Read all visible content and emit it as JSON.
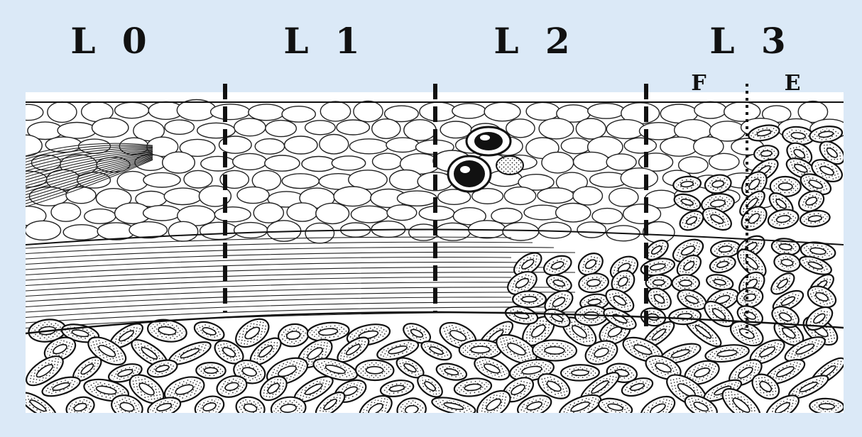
{
  "stages": [
    {
      "label": "L 0"
    },
    {
      "label": "L 1"
    },
    {
      "label": "L 2"
    },
    {
      "label": "L 3"
    }
  ],
  "sub_labels": [
    "F",
    "E"
  ],
  "colors": {
    "background": "#dbe9f7",
    "panel": "#ffffff",
    "ink": "#111111"
  }
}
